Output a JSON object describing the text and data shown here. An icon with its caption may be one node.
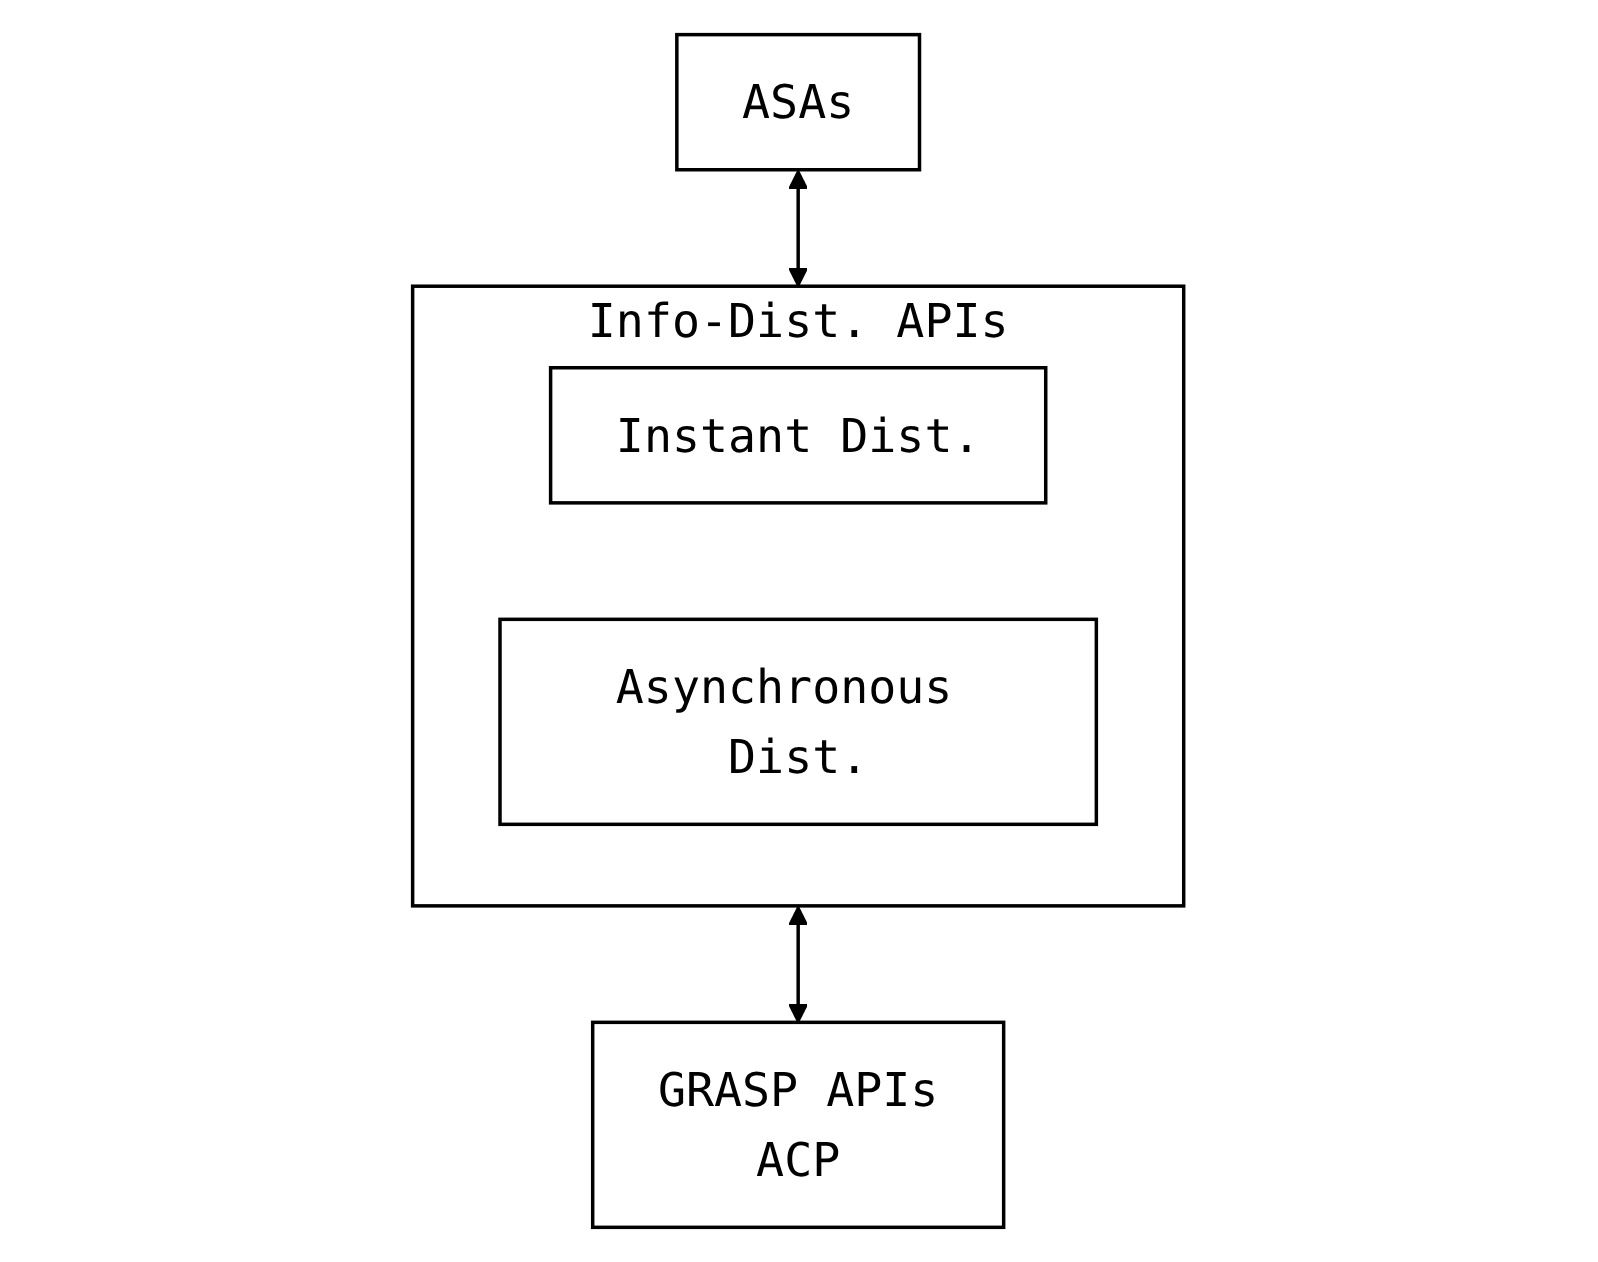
{
  "diagram": {
    "nodes": [
      {
        "text": [
          "ASAs"
        ]
      },
      {
        "text": [
          "Info-Dist. APIs"
        ]
      },
      {
        "text": [
          "Instant Dist."
        ],
        "in": 1
      },
      {
        "text": [
          "Asynchronous Dist."
        ],
        "in": 1
      },
      {
        "text": [
          "GRASP APIs",
          "ACP"
        ]
      }
    ],
    "edges": [
      {
        "from": 0,
        "to": 1,
        "arrow": "both"
      },
      {
        "from": 1,
        "to": 4,
        "arrow": "both"
      }
    ]
  }
}
